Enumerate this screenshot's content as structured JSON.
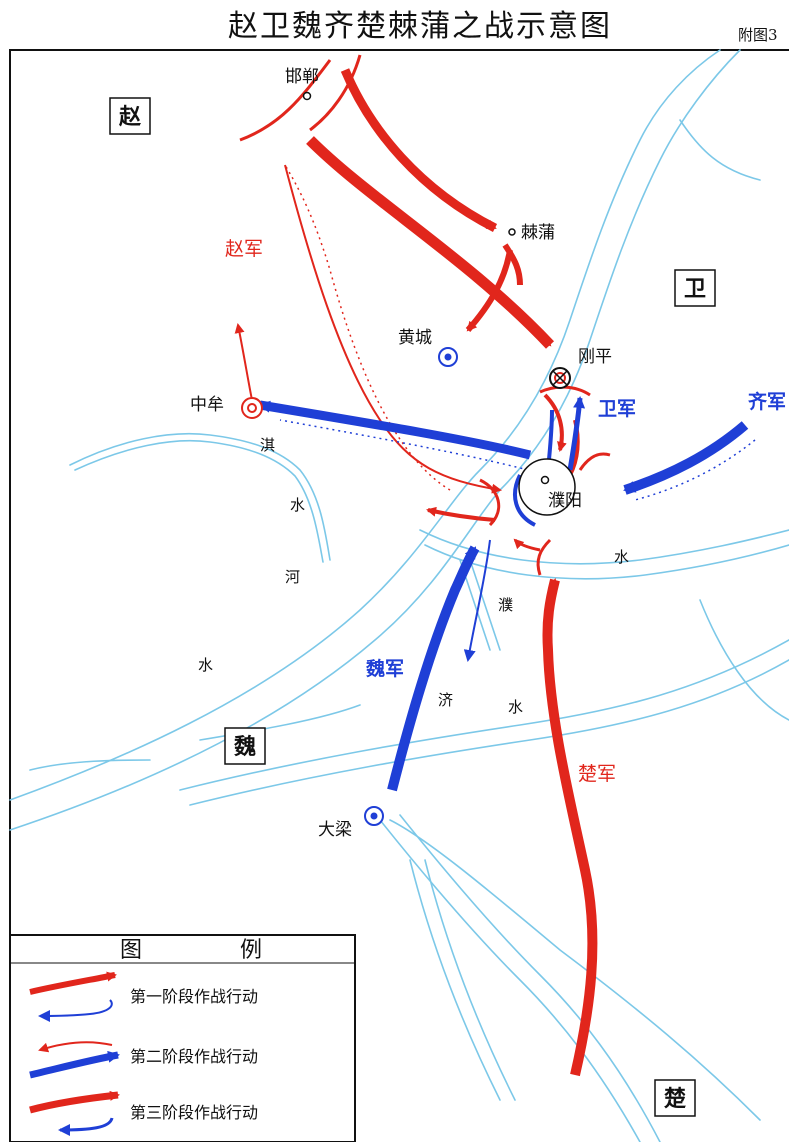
{
  "title": "赵卫魏齐楚棘蒲之战示意图",
  "figure_no": "附图3",
  "colors": {
    "red": "#e1261c",
    "blue": "#1f3fd6",
    "river": "#7cc8e8",
    "border": "#111111"
  },
  "states": {
    "zhao": "赵",
    "wei_state": "卫",
    "wei": "魏",
    "chu": "楚"
  },
  "cities": {
    "handan": "邯郸",
    "jipu": "棘蒲",
    "huangcheng": "黄城",
    "gangping": "刚平",
    "zhongmou": "中牟",
    "puyang": "濮阳",
    "daliang": "大梁"
  },
  "armies": {
    "zhao": "赵军",
    "wei": "卫军",
    "qi": "齐军",
    "wei_army": "魏军",
    "chu": "楚军"
  },
  "rivers": {
    "qi_he": [
      "淇",
      "水",
      "河"
    ],
    "shui_left": "水",
    "shui_right": "水",
    "pu": "濮",
    "ji": "济",
    "ji_shui": "水"
  },
  "legend": {
    "title_a": "图",
    "title_b": "例",
    "items": [
      "第一阶段作战行动",
      "第二阶段作战行动",
      "第三阶段作战行动"
    ]
  }
}
